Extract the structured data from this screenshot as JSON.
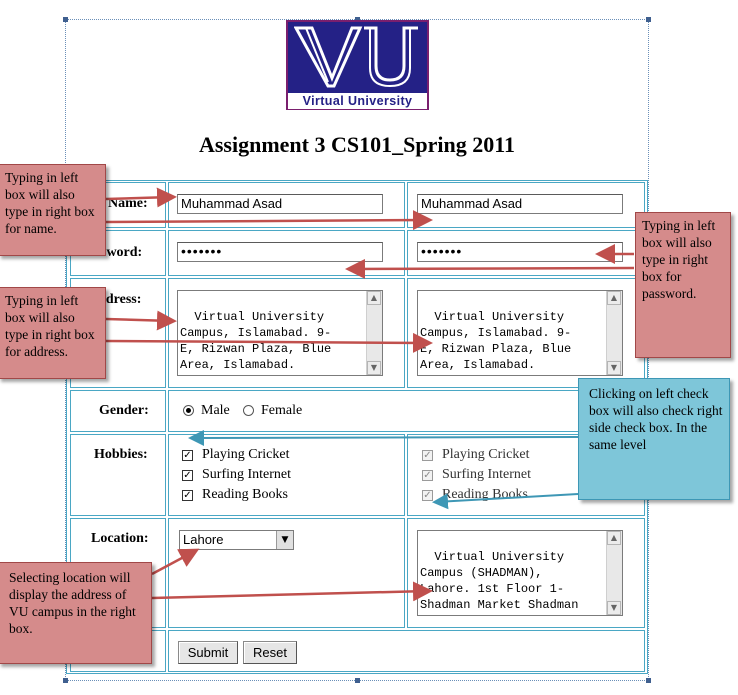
{
  "logo": {
    "text": "Virtual University"
  },
  "title": "Assignment 3 CS101_Spring 2011",
  "form": {
    "name_label": "Name:",
    "name_left": "Muhammad Asad",
    "name_right": "Muhammad Asad",
    "password_label": "Password:",
    "password_left": "•••••••",
    "password_right": "•••••••",
    "address_label": "Address:",
    "address_left": "Virtual University\nCampus, Islamabad. 9-\nE, Rizwan Plaza, Blue\nArea, Islamabad.",
    "address_right": "Virtual University\nCampus, Islamabad. 9-\nE, Rizwan Plaza, Blue\nArea, Islamabad.",
    "gender_label": "Gender:",
    "gender_options": [
      "Male",
      "Female"
    ],
    "gender_selected": "Male",
    "hobbies_label": "Hobbies:",
    "hobbies": [
      "Playing Cricket",
      "Surfing Internet",
      "Reading Books"
    ],
    "hobbies_right": [
      "Playing Cricket",
      "Surfing Internet",
      "Reading Books"
    ],
    "location_label": "Location:",
    "location_value": "Lahore",
    "location_address": "Virtual University\nCampus (SHADMAN),\nLahore. 1st Floor 1-\nShadman Market Shadman",
    "submit": "Submit",
    "reset": "Reset"
  },
  "callouts": {
    "name": "Typing in left box will also type in right box for name.",
    "address": "Typing in left box will also type in right box for address.",
    "password": "Typing in left box will also type in right box for password.",
    "checkbox": "Clicking on left check box will also check right side check box. In the same level",
    "location": "Selecting location will display the address of VU campus in the right box."
  },
  "colors": {
    "logo_bg": "#242186",
    "table_border": "#4aa7c4",
    "callout_red": "#d58b8b",
    "callout_blue": "#7ec6d9",
    "arrow_red": "#c0504d"
  }
}
